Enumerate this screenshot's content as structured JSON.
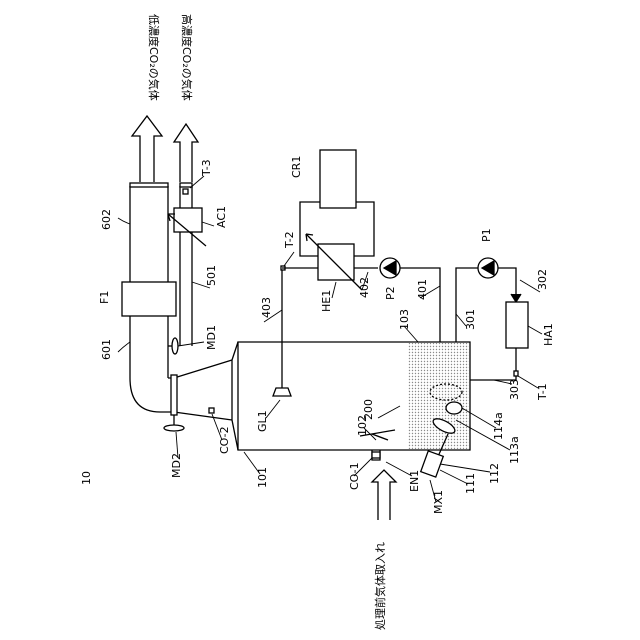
{
  "figure": {
    "number": "10",
    "labels": {
      "low_co2": "低濃度CO₂の気体",
      "high_co2": "高濃度CO₂の気体",
      "intake": "処理前気体取入れ",
      "t3": "T-3",
      "ac1": "AC1",
      "p602": "602",
      "cr1": "CR1",
      "t2": "T-2",
      "p1": "P1",
      "f1": "F1",
      "p501": "501",
      "p403": "403",
      "he1": "HE1",
      "p402": "402",
      "p2": "P2",
      "p401": "401",
      "p301": "301",
      "p302": "302",
      "ha1": "HA1",
      "p103": "103",
      "p601": "601",
      "md1": "MD1",
      "p303": "303",
      "t1": "T-1",
      "gl1": "GL1",
      "p200": "200",
      "p114a": "114a",
      "p113a": "113a",
      "p112": "112",
      "p102": "102",
      "co2": "CO-2",
      "md2": "MD2",
      "co1": "CO-1",
      "en1": "EN1",
      "p111": "111",
      "mx1": "MX1",
      "p101": "101"
    }
  }
}
